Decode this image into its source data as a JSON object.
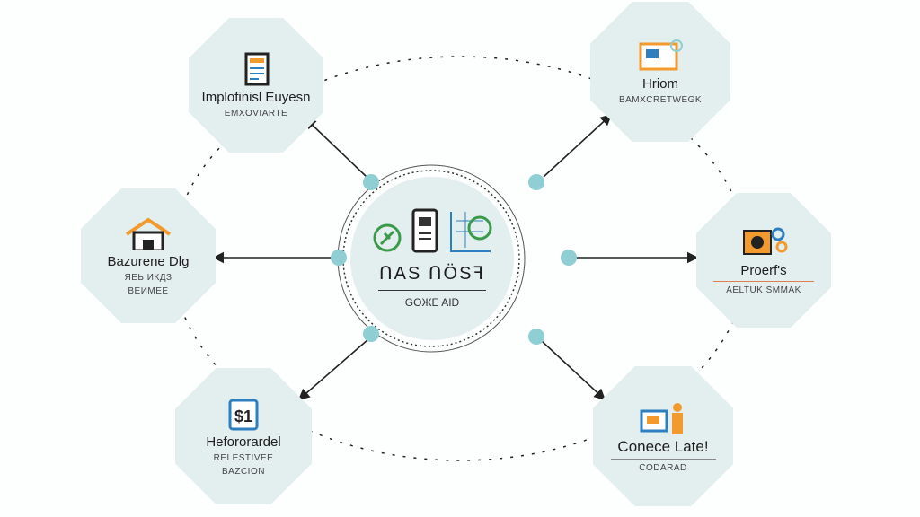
{
  "center": {
    "title": "ՈАЅ ՈÖЅꟻ",
    "subtitle": "GOЖE AID"
  },
  "nodes": [
    {
      "id": "top-left",
      "title": "Implofinisl Euyesn",
      "subtitle": "EMXOVIARTE",
      "icon": "document-icon"
    },
    {
      "id": "top-right",
      "title": "Hriom",
      "subtitle": "BAMXCRETWEGK",
      "icon": "monitor-icon"
    },
    {
      "id": "left",
      "title": "Bazurene Dlg",
      "subtitle": "ЯЕЬ ИКДЗ",
      "subtitle2": "BЕИМЕЕ",
      "icon": "house-icon"
    },
    {
      "id": "right",
      "title": "Proerf's",
      "subtitle": "AELTUK SMMAK",
      "icon": "gear-laptop-icon"
    },
    {
      "id": "bottom-left",
      "title": "Hefororardel",
      "subtitle": "RELESTIVEE",
      "subtitle2": "BAZCION",
      "icon": "dollar-clipboard-icon"
    },
    {
      "id": "bottom-right",
      "title": "Conece Late!",
      "subtitle": "CODARAD",
      "icon": "person-board-icon"
    }
  ],
  "colors": {
    "node": "#e3eeee",
    "dot": "#8fcfd4",
    "accent": "#f29a2e",
    "green": "#3a9a4a",
    "blue": "#2e7fbf"
  }
}
